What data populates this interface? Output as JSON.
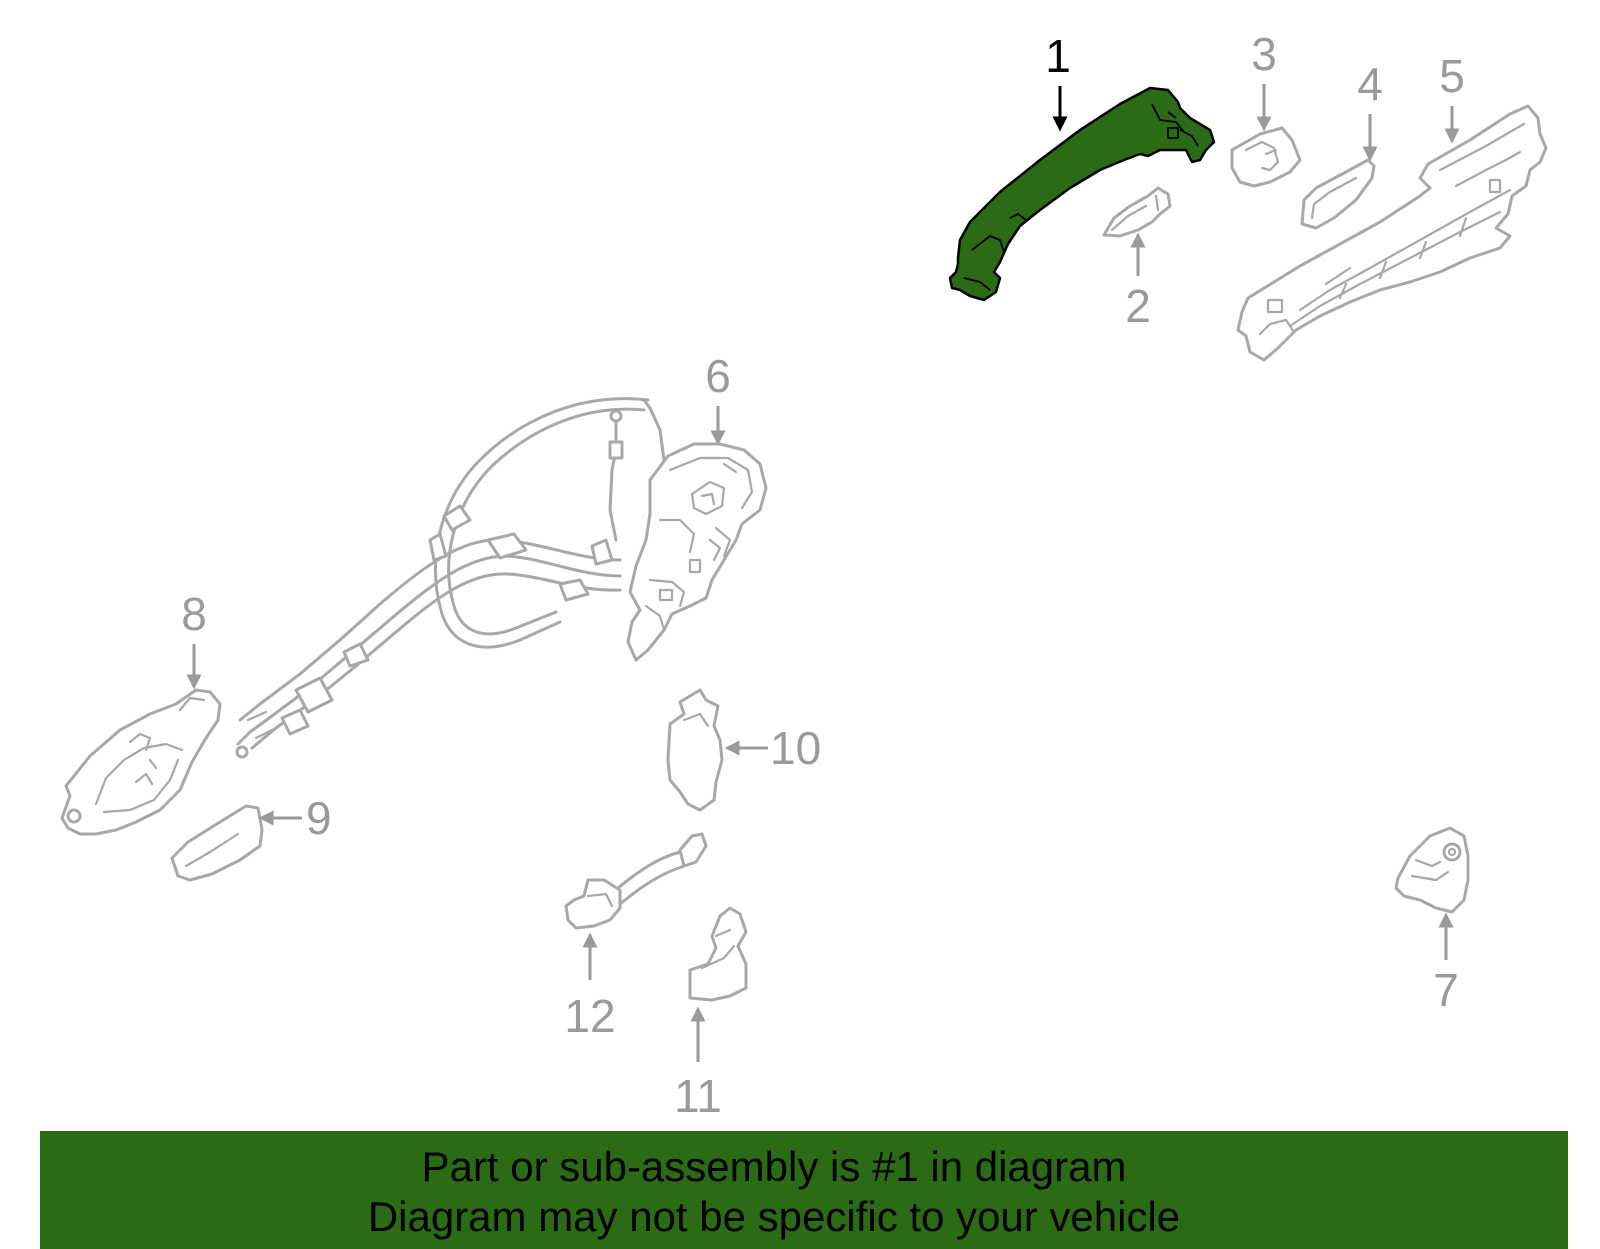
{
  "colors": {
    "highlight": "#2c6b16",
    "part_line": "#a8a8a8",
    "callout_inactive": "#9a9a9a",
    "callout_active": "#000000",
    "banner_bg": "#2c6b16"
  },
  "highlighted_part": "1",
  "callouts": {
    "c1": "1",
    "c2": "2",
    "c3": "3",
    "c4": "4",
    "c5": "5",
    "c6": "6",
    "c7": "7",
    "c8": "8",
    "c9": "9",
    "c10": "10",
    "c11": "11",
    "c12": "12"
  },
  "banner": {
    "line1": "Part or sub-assembly is #1 in diagram",
    "line2": "Diagram may not be specific to your vehicle"
  }
}
